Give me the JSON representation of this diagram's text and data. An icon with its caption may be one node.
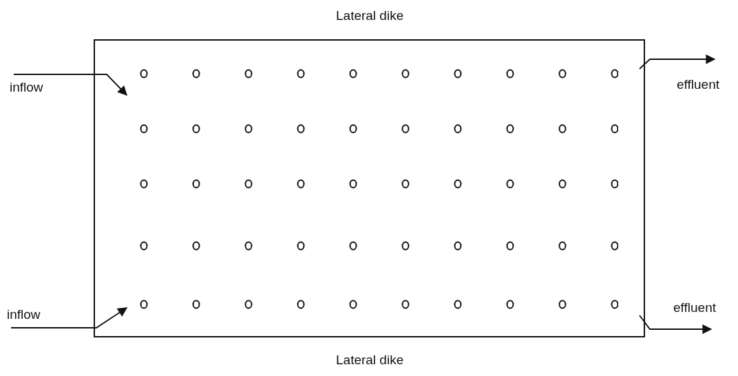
{
  "diagram": {
    "nodes": [
      {
        "text": [],
        "shape": "box"
      },
      {
        "text": [
          "inflow"
        ]
      },
      {
        "text": [
          "inflow"
        ]
      },
      {
        "text": [
          "effluent"
        ]
      },
      {
        "text": [
          "effluent"
        ]
      }
    ],
    "edges": [
      {
        "from": 1,
        "to": 0,
        "arrow": "to"
      },
      {
        "from": 2,
        "to": 0,
        "arrow": "to"
      },
      {
        "from": 0,
        "to": 3,
        "arrow": "to"
      },
      {
        "from": 0,
        "to": 4,
        "arrow": "to"
      }
    ],
    "labels": [
      "Lateral dike",
      "Lateral dike"
    ]
  }
}
